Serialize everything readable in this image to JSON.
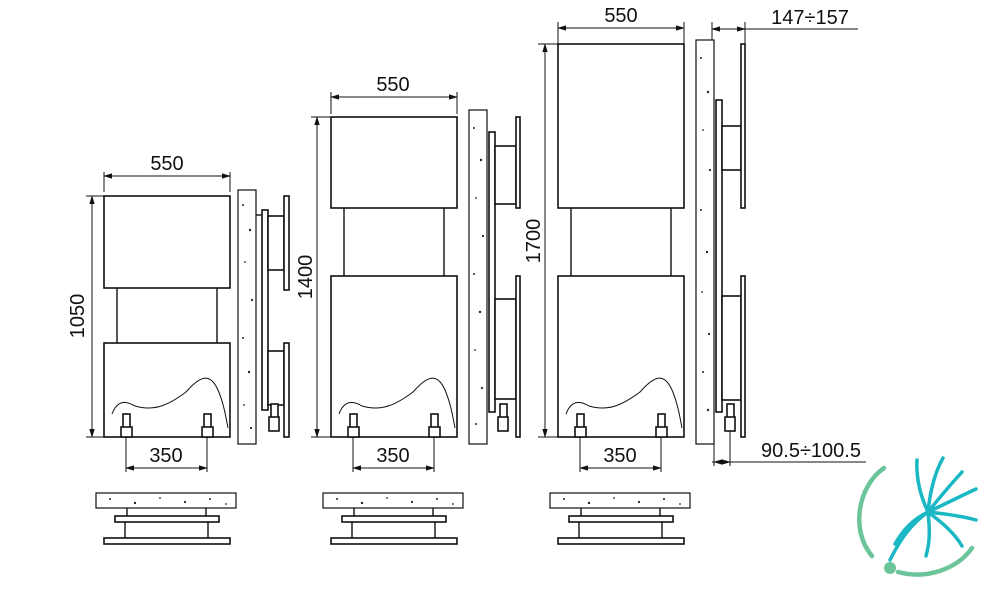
{
  "diagram": {
    "radiators": [
      {
        "width_label": "550",
        "height_label": "1050",
        "pipe_spacing_label": "350"
      },
      {
        "width_label": "550",
        "height_label": "1400",
        "pipe_spacing_label": "350"
      },
      {
        "width_label": "550",
        "height_label": "1700",
        "pipe_spacing_label": "350"
      }
    ],
    "side_depth_label": "147÷157",
    "side_offset_label": "90.5÷100.5"
  },
  "colors": {
    "line": "#111111",
    "logo_teal": "#1ab7c4",
    "logo_green": "#6cc49a"
  },
  "icons": {
    "brand_logo": "dandelion-logo-icon"
  }
}
